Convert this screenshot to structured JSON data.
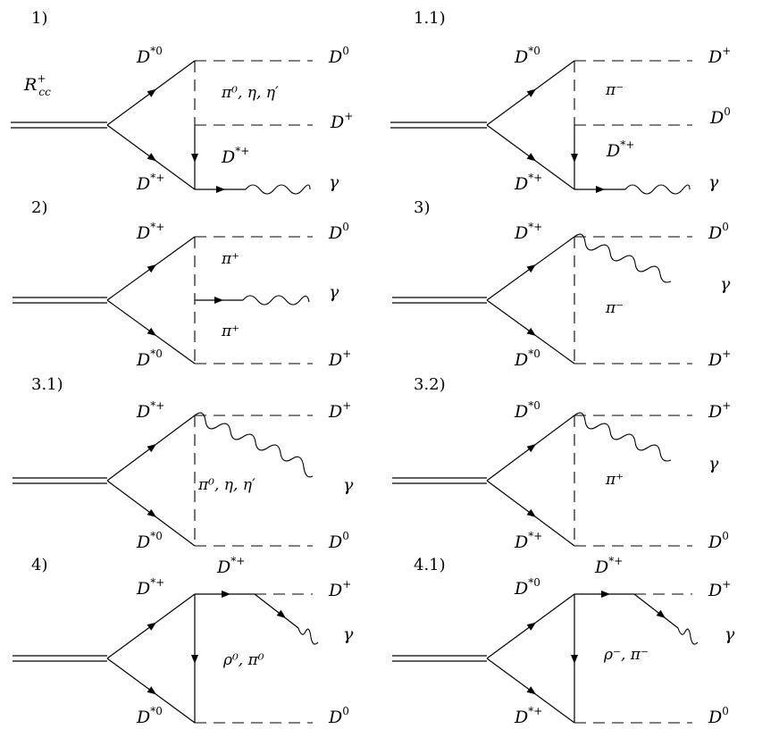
{
  "diagrams": [
    {
      "number": "1)",
      "initial_state": {
        "base": "R",
        "sub": "cc",
        "sup": "+"
      },
      "upper_line": {
        "base": "D",
        "sup": "*0"
      },
      "lower_line": {
        "base": "D",
        "sup": "*+"
      },
      "out_top": {
        "base": "D",
        "sup": "0"
      },
      "out_mid": {
        "base": "D",
        "sup": "+"
      },
      "out_bot": "γ",
      "exchange_label": "π⁰, η, η′",
      "internal_label": {
        "base": "D",
        "sup": "*+"
      }
    },
    {
      "number": "1.1)",
      "upper_line": {
        "base": "D",
        "sup": "*0"
      },
      "lower_line": {
        "base": "D",
        "sup": "*+"
      },
      "out_top": {
        "base": "D",
        "sup": "+"
      },
      "out_mid": {
        "base": "D",
        "sup": "0"
      },
      "out_bot": "γ",
      "exchange_label": "π⁻",
      "internal_label": {
        "base": "D",
        "sup": "*+"
      }
    },
    {
      "number": "2)",
      "upper_line": {
        "base": "D",
        "sup": "*+"
      },
      "lower_line": {
        "base": "D",
        "sup": "*0"
      },
      "out_top": {
        "base": "D",
        "sup": "0"
      },
      "out_mid": "γ",
      "out_bot": {
        "base": "D",
        "sup": "+"
      },
      "upper_exchange_label": "π⁺",
      "lower_exchange_label": "π⁺"
    },
    {
      "number": "3)",
      "upper_line": {
        "base": "D",
        "sup": "*+"
      },
      "lower_line": {
        "base": "D",
        "sup": "*0"
      },
      "out_top": {
        "base": "D",
        "sup": "0"
      },
      "out_mid": "γ",
      "out_bot": {
        "base": "D",
        "sup": "+"
      },
      "exchange_label": "π⁻"
    },
    {
      "number": "3.1)",
      "upper_line": {
        "base": "D",
        "sup": "*+"
      },
      "lower_line": {
        "base": "D",
        "sup": "*0"
      },
      "out_top": {
        "base": "D",
        "sup": "+"
      },
      "out_mid": "γ",
      "out_bot": {
        "base": "D",
        "sup": "0"
      },
      "exchange_label": "π⁰, η, η′"
    },
    {
      "number": "3.2)",
      "upper_line": {
        "base": "D",
        "sup": "*0"
      },
      "lower_line": {
        "base": "D",
        "sup": "*+"
      },
      "out_top": {
        "base": "D",
        "sup": "+"
      },
      "out_mid": "γ",
      "out_bot": {
        "base": "D",
        "sup": "0"
      },
      "exchange_label": "π⁺"
    },
    {
      "number": "4)",
      "upper_line": {
        "base": "D",
        "sup": "*+"
      },
      "lower_line": {
        "base": "D",
        "sup": "*0"
      },
      "top_internal": {
        "base": "D",
        "sup": "*+"
      },
      "out_top": {
        "base": "D",
        "sup": "+"
      },
      "out_mid": "γ",
      "out_bot": {
        "base": "D",
        "sup": "0"
      },
      "exchange_label": "ρ⁰, π⁰"
    },
    {
      "number": "4.1)",
      "upper_line": {
        "base": "D",
        "sup": "*0"
      },
      "lower_line": {
        "base": "D",
        "sup": "*+"
      },
      "top_internal": {
        "base": "D",
        "sup": "*+"
      },
      "out_top": {
        "base": "D",
        "sup": "+"
      },
      "out_mid": "γ",
      "out_bot": {
        "base": "D",
        "sup": "0"
      },
      "exchange_label": "ρ⁻, π⁻"
    }
  ]
}
